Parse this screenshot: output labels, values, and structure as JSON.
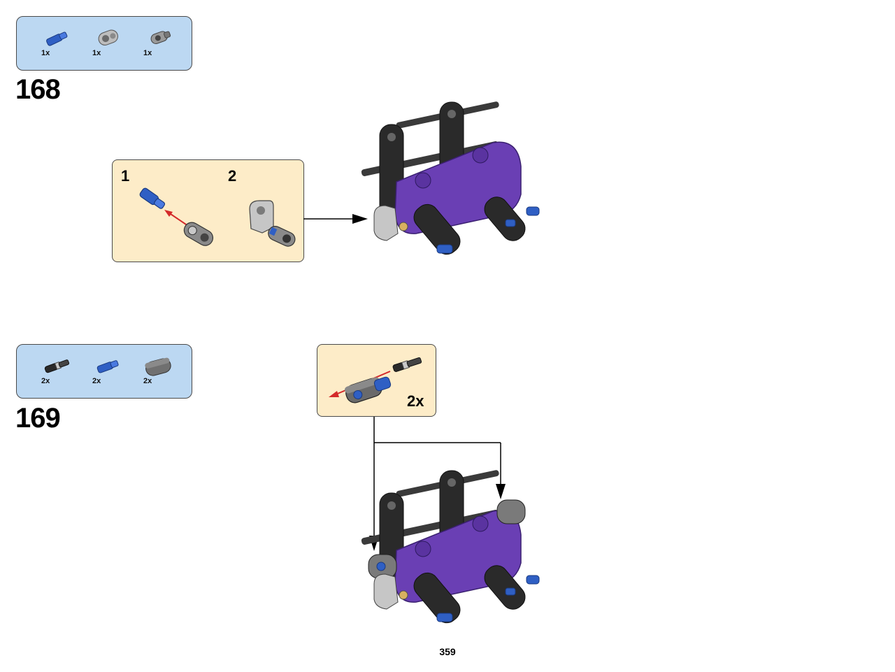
{
  "steps": [
    {
      "number": "168",
      "parts": [
        {
          "qty": "1x",
          "icon": "blue-pin-icon"
        },
        {
          "qty": "1x",
          "icon": "light-gray-axle-connector-icon"
        },
        {
          "qty": "1x",
          "icon": "dark-gray-pin-connector-icon"
        }
      ],
      "callout": {
        "substeps": [
          {
            "number": "1"
          },
          {
            "number": "2"
          }
        ]
      }
    },
    {
      "number": "169",
      "parts": [
        {
          "qty": "2x",
          "icon": "black-axle-pin-icon"
        },
        {
          "qty": "2x",
          "icon": "blue-pin-icon"
        },
        {
          "qty": "2x",
          "icon": "dark-gray-beam-icon"
        }
      ],
      "callout": {
        "multiplier": "2x"
      }
    }
  ],
  "page": {
    "number": "359"
  },
  "colors": {
    "parts_box_bg": "#bcd8f2",
    "callout_bg": "#fdecc8",
    "model_purple": "#6a3fb4",
    "model_black": "#2a2a2a",
    "pin_blue": "#2f5fc4",
    "arrow_red": "#d42a2a"
  }
}
